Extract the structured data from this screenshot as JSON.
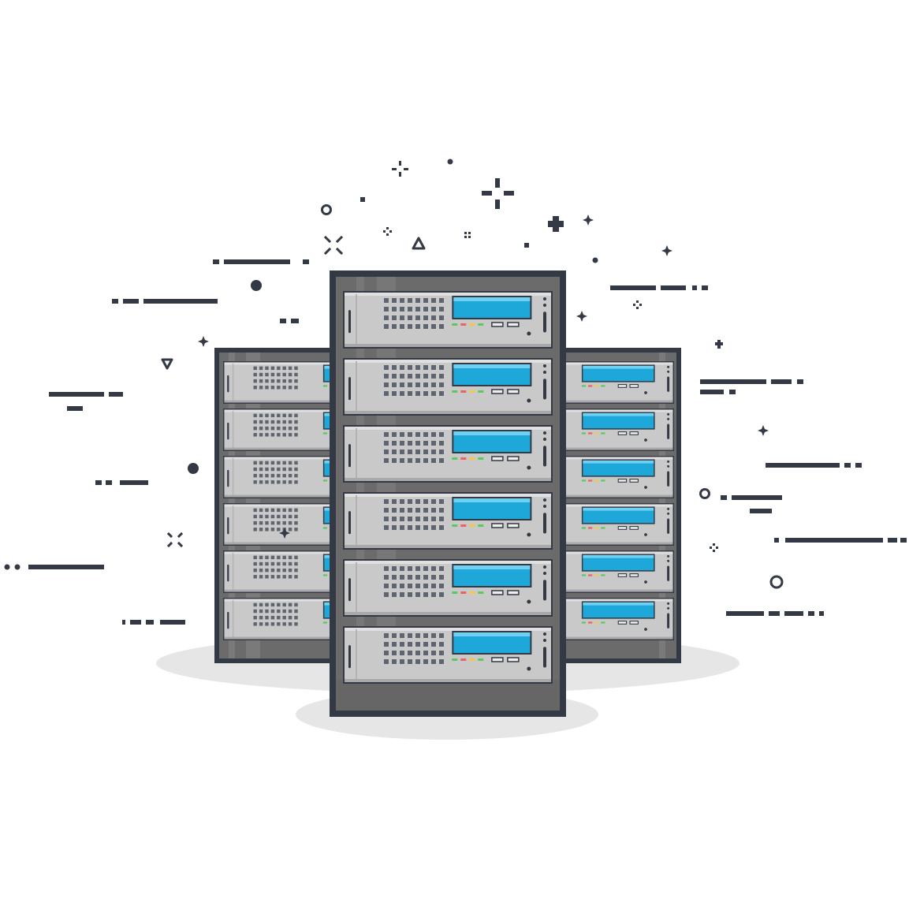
{
  "illustration": {
    "subject": "server-racks",
    "racks": [
      {
        "name": "rack-left",
        "units": 6
      },
      {
        "name": "rack-center",
        "units": 6
      },
      {
        "name": "rack-right",
        "units": 6
      }
    ]
  },
  "colors": {
    "background": "#ffffff",
    "outline": "#343a45",
    "rack_body": "#6b6b6b",
    "rack_stripe": "#7a7a7a",
    "unit_face": "#c9c9c9",
    "unit_light": "#e0e0e0",
    "screen": "#1ea7d9",
    "screen_highlight": "#6fd0f2",
    "led_green": "#5cc95c",
    "led_red": "#f06060",
    "led_yellow": "#f3c74a",
    "shadow": "#e6e6e6"
  },
  "icons": [
    "sparkle-icon",
    "plus-icon",
    "circle-icon",
    "dot-icon",
    "triangle-icon",
    "cross-icon",
    "diamond-dots-icon"
  ]
}
